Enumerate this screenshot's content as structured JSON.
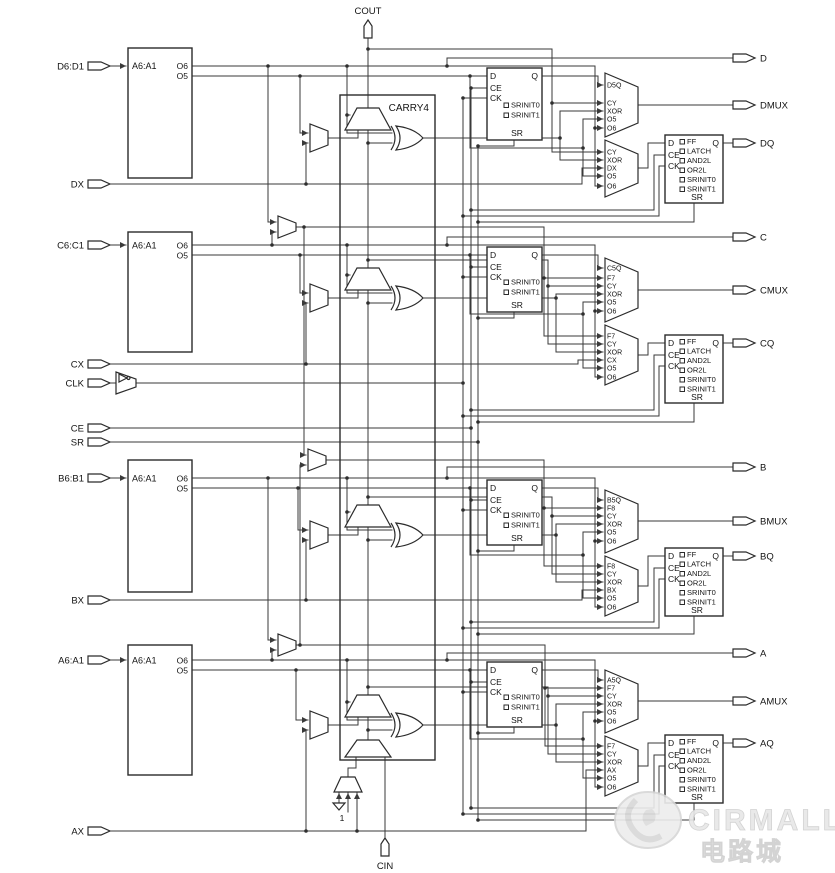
{
  "diagram": {
    "type": "fpga-slice-schematic",
    "carry": {
      "label": "CARRY4",
      "cout": "COUT",
      "cin": "CIN",
      "one": "1"
    },
    "io": {
      "inputs": [
        "D6:D1",
        "DX",
        "C6:C1",
        "CX",
        "CLK",
        "CE",
        "SR",
        "B6:B1",
        "BX",
        "A6:A1",
        "AX"
      ],
      "outputs": [
        "D",
        "DMUX",
        "DQ",
        "C",
        "CMUX",
        "CQ",
        "B",
        "BMUX",
        "BQ",
        "A",
        "AMUX",
        "AQ"
      ]
    },
    "lut": {
      "label": "A6:A1",
      "o6": "O6",
      "o5": "O5"
    },
    "ff5": {
      "d": "D",
      "ce": "CE",
      "ck": "CK",
      "q": "Q",
      "sr": "SR",
      "options": [
        "SRINIT0",
        "SRINIT1"
      ]
    },
    "ffq": {
      "d": "D",
      "ce": "CE",
      "ck": "CK",
      "q": "Q",
      "sr": "SR",
      "options": [
        "FF",
        "LATCH",
        "AND2L",
        "OR2L",
        "SRINIT0",
        "SRINIT1"
      ]
    },
    "muxes": {
      "dmux": [
        "D5Q",
        "CY",
        "XOR",
        "O5",
        "O6"
      ],
      "dq": [
        "CY",
        "XOR",
        "DX",
        "O5",
        "O6"
      ],
      "cmux": [
        "C5Q",
        "F7",
        "CY",
        "XOR",
        "O5",
        "O6"
      ],
      "cq": [
        "F7",
        "CY",
        "XOR",
        "CX",
        "O5",
        "O6"
      ],
      "bmux": [
        "B5Q",
        "F8",
        "CY",
        "XOR",
        "O5",
        "O6"
      ],
      "bq": [
        "F8",
        "CY",
        "XOR",
        "BX",
        "O5",
        "O6"
      ],
      "amux": [
        "A5Q",
        "F7",
        "CY",
        "XOR",
        "O5",
        "O6"
      ],
      "aq": [
        "F7",
        "CY",
        "XOR",
        "AX",
        "O5",
        "O6"
      ]
    },
    "watermark": {
      "brand": "CIRMALL",
      "chinese": "电路城"
    },
    "colors": {
      "line": "#3a3a3a",
      "background": "#ffffff",
      "watermark": "#e7e7e7"
    }
  }
}
